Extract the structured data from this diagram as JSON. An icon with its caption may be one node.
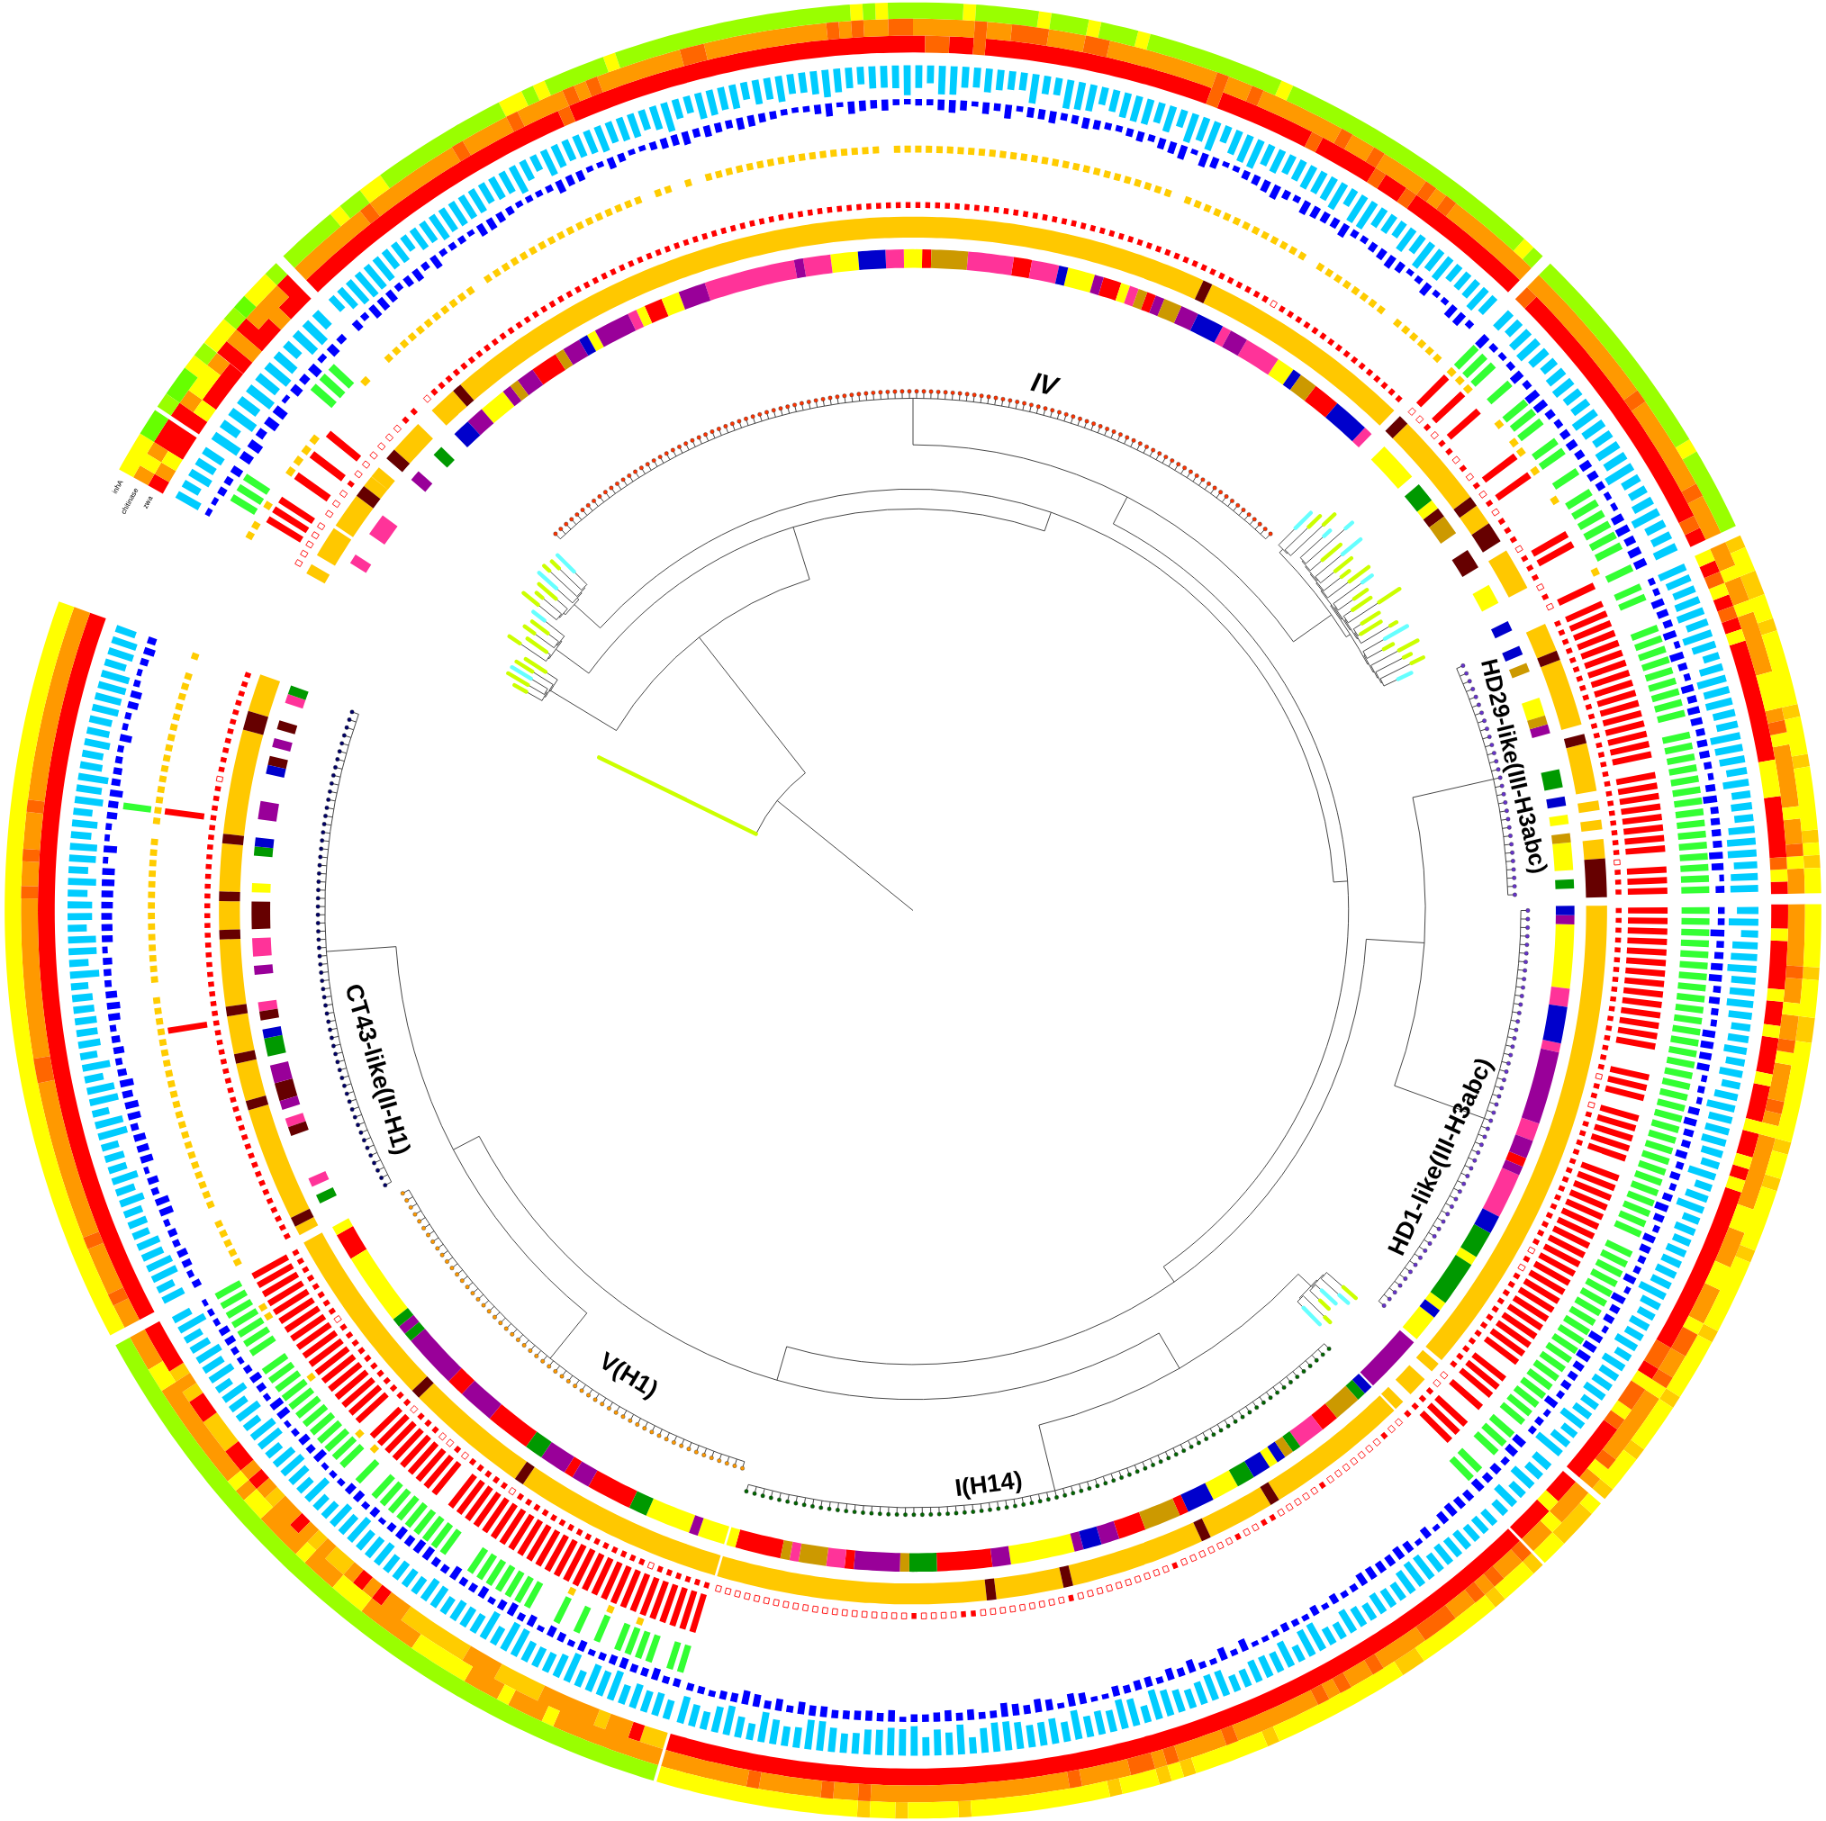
{
  "diagram": {
    "labels": [
      "IV",
      "inhA",
      "chitinase",
      "zwa",
      "HD29-like(III-H3abc)",
      "CT43-like(II-H1)",
      "HD1-like(III-H3abc)",
      "V(H1)",
      "I(H14)"
    ]
  }
}
